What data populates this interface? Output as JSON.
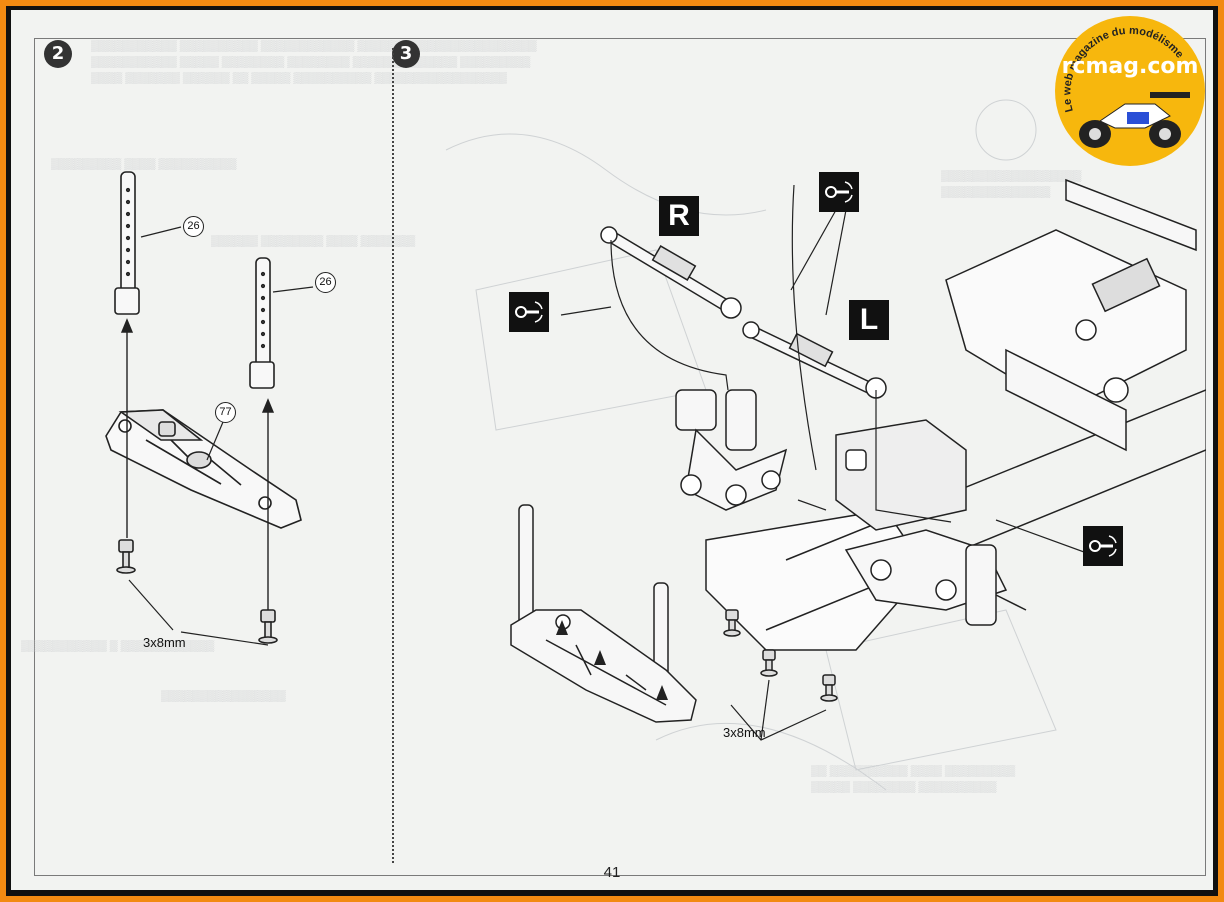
{
  "page": {
    "number": "41"
  },
  "steps": [
    {
      "badge": "2"
    },
    {
      "badge": "3"
    }
  ],
  "step2": {
    "callouts": [
      "26",
      "26",
      "77"
    ],
    "screw_label": "3x8mm"
  },
  "step3": {
    "marker_right": "R",
    "marker_left": "L",
    "screw_label": "3x8mm"
  },
  "watermark": {
    "arc_text": "Le web magazine du modélisme",
    "brand": "rcmag.com",
    "accent": "#f7b70d"
  },
  "icons": {
    "step_badge": "circled-number",
    "turn_hint": "rotate-ring-icon",
    "screw": "screw-icon"
  }
}
